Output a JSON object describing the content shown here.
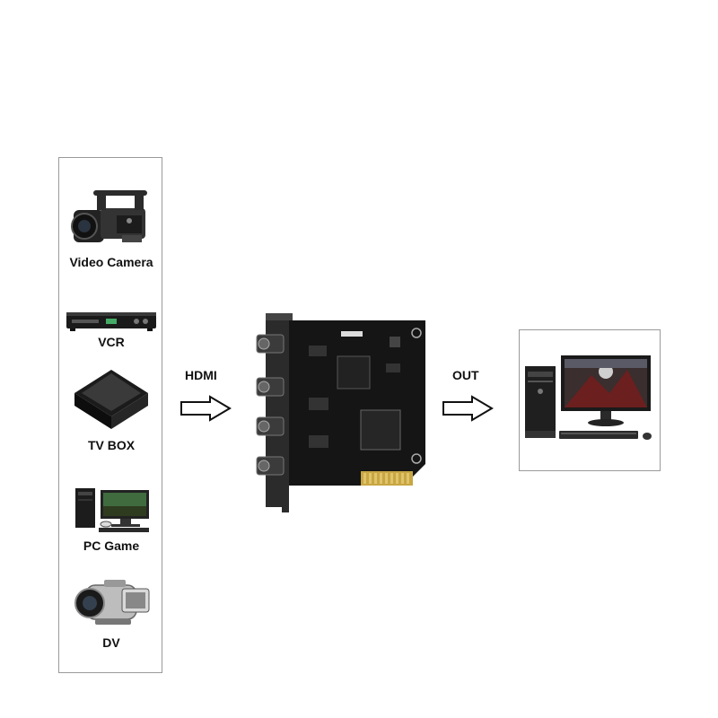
{
  "sources": [
    {
      "label": "Video  Camera",
      "icon": "video-camera-icon"
    },
    {
      "label": "VCR",
      "icon": "vcr-icon"
    },
    {
      "label": "TV  BOX",
      "icon": "tv-box-icon"
    },
    {
      "label": "PC  Game",
      "icon": "pc-game-icon"
    },
    {
      "label": "DV",
      "icon": "dv-camcorder-icon"
    }
  ],
  "input_label": "HDMI",
  "output_label": "OUT",
  "card": {
    "icon": "capture-card-icon"
  },
  "destination": {
    "icon": "desktop-computer-icon"
  }
}
